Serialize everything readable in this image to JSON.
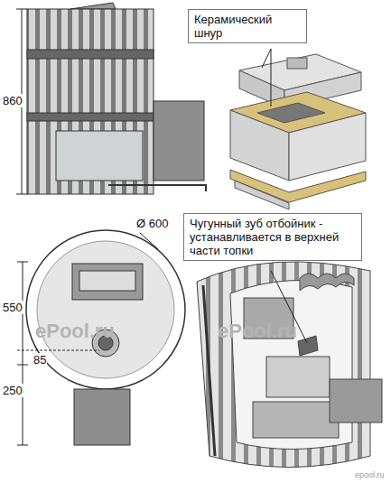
{
  "diagram": {
    "nodes": [
      {
        "text": [
          "Керамический шнур"
        ]
      },
      {
        "text": [
          "Чугунный зуб отбойник - устанавливается в верхней части топки"
        ]
      }
    ],
    "labels": [
      "860",
      "Ø 600",
      "550",
      "85",
      "250",
      "ePool.ru",
      "ePool.ru",
      "epool.ru"
    ]
  }
}
